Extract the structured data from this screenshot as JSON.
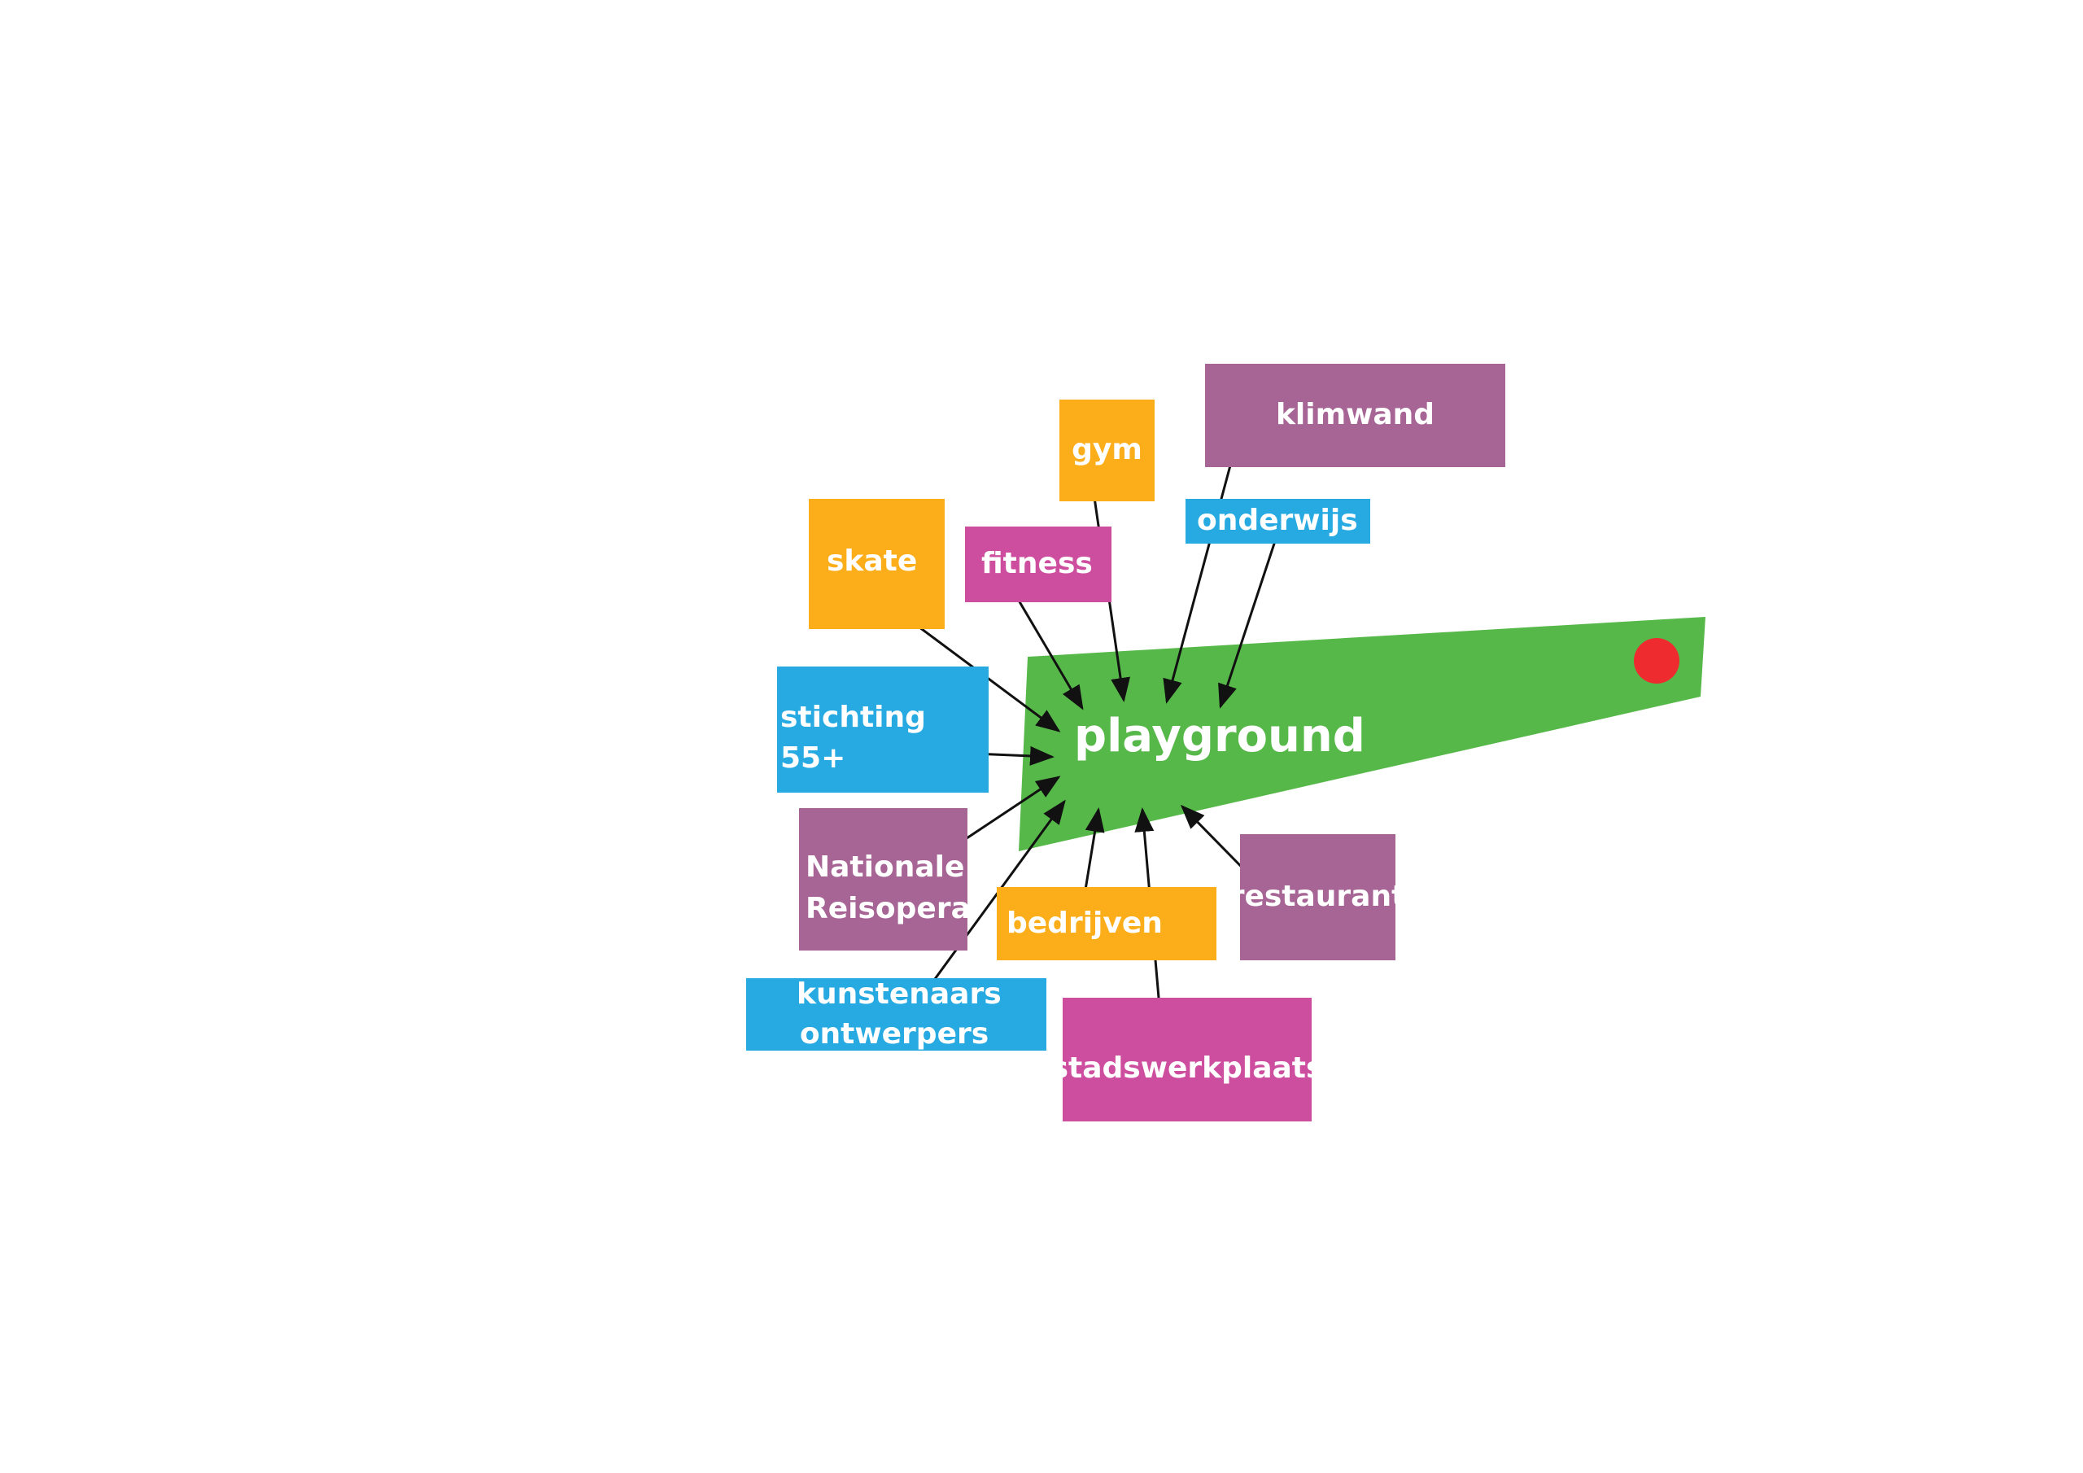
{
  "diagram": {
    "center": {
      "label": "playground",
      "color": "#57B84A",
      "marker_color": "#EE2B2F"
    },
    "colors": {
      "orange": "#FBAE1A",
      "magenta": "#CD4E9E",
      "blue": "#27AAE1",
      "purple": "#A66595"
    },
    "nodes": [
      {
        "id": "gym",
        "label": "gym",
        "color": "#FBAE1A"
      },
      {
        "id": "klimwand",
        "label": "klimwand",
        "color": "#A66595"
      },
      {
        "id": "skate",
        "label": "skate",
        "color": "#FBAE1A"
      },
      {
        "id": "fitness",
        "label": "fitness",
        "color": "#CD4E9E"
      },
      {
        "id": "onderwijs",
        "label": "onderwijs",
        "color": "#27AAE1"
      },
      {
        "id": "stichting",
        "label": "stichting 55+",
        "color": "#27AAE1"
      },
      {
        "id": "reisopera",
        "label": "Nationale Reisopera",
        "color": "#A66595"
      },
      {
        "id": "bedrijven",
        "label": "bedrijven",
        "color": "#FBAE1A"
      },
      {
        "id": "restaurant",
        "label": "restaurant",
        "color": "#A66595"
      },
      {
        "id": "kunstenaars",
        "label": "kunstenaars ontwerpers",
        "color": "#27AAE1"
      },
      {
        "id": "stadswerkplaats",
        "label": "stadswerkplaats",
        "color": "#CD4E9E"
      }
    ]
  }
}
